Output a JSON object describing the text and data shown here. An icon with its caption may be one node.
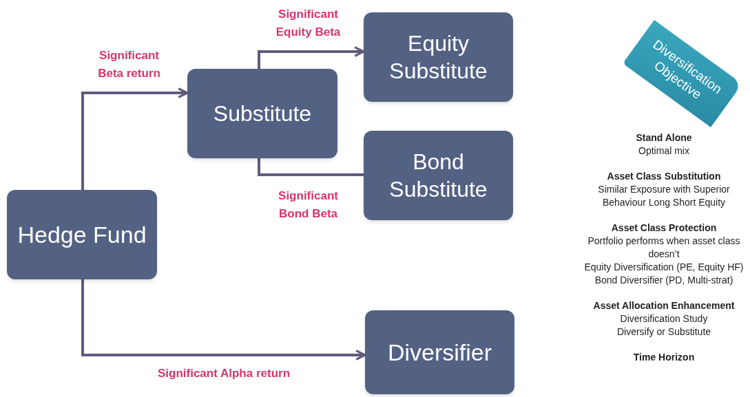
{
  "diagram": {
    "nodes": [
      {
        "text": [
          "Hedge Fund"
        ]
      },
      {
        "text": [
          "Substitute"
        ]
      },
      {
        "text": [
          "Equity Substitute"
        ]
      },
      {
        "text": [
          "Bond Substitute"
        ]
      },
      {
        "text": [
          "Diversifier"
        ]
      },
      {
        "text": [
          "Diversification Objective"
        ]
      }
    ],
    "edges": [
      {
        "from": 0,
        "to": 1,
        "arrow": "to",
        "label": "Significant Beta return"
      },
      {
        "from": 1,
        "to": 2,
        "arrow": "to",
        "label": "Significant Equity Beta"
      },
      {
        "from": 1,
        "to": 3,
        "arrow": "none",
        "label": "Significant Bond Beta"
      },
      {
        "from": 0,
        "to": 4,
        "arrow": "to",
        "label": "Significant Alpha return"
      }
    ],
    "labels": [
      "Stand Alone",
      "Optimal mix",
      "Asset Class Substitution",
      "Similar Exposure with Superior Behaviour Long Short Equity",
      "Asset Class Protection",
      "Portfolio performs when asset class doesn’t",
      "Equity Diversification (PE, Equity HF)",
      "Bond Diversifier (PD, Multi-strat)",
      "Asset Allocation Enhancement",
      "Diversification Study",
      "Diversify or Substitute",
      "Time Horizon"
    ]
  }
}
